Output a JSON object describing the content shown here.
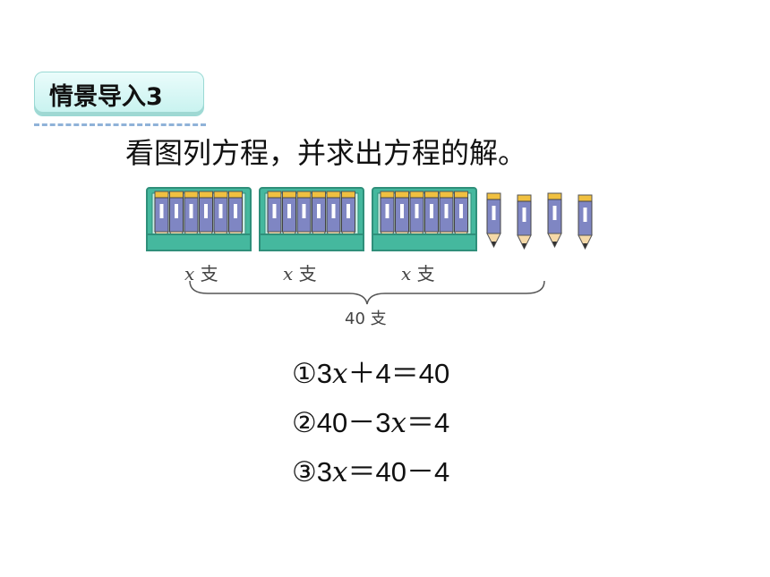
{
  "section_badge": "情景导入3",
  "instruction": "看图列方程，并求出方程的解。",
  "picture": {
    "boxes": 3,
    "pencils_per_box": 6,
    "loose_pencils": 4,
    "box_label_var": "x",
    "box_label_unit": "支",
    "total_label": "40 支",
    "colors": {
      "box": "#45b89e",
      "box_dark": "#2f8f7a",
      "pencil_body": "#7f86c3",
      "pencil_tip": "#f0c040"
    }
  },
  "equations": [
    {
      "marker": "①",
      "parts": [
        "3",
        "x",
        "＋4＝40"
      ]
    },
    {
      "marker": "②",
      "parts": [
        "40－3",
        "x",
        "＝4"
      ]
    },
    {
      "marker": "③",
      "parts": [
        "3",
        "x",
        "＝40－4"
      ]
    }
  ]
}
